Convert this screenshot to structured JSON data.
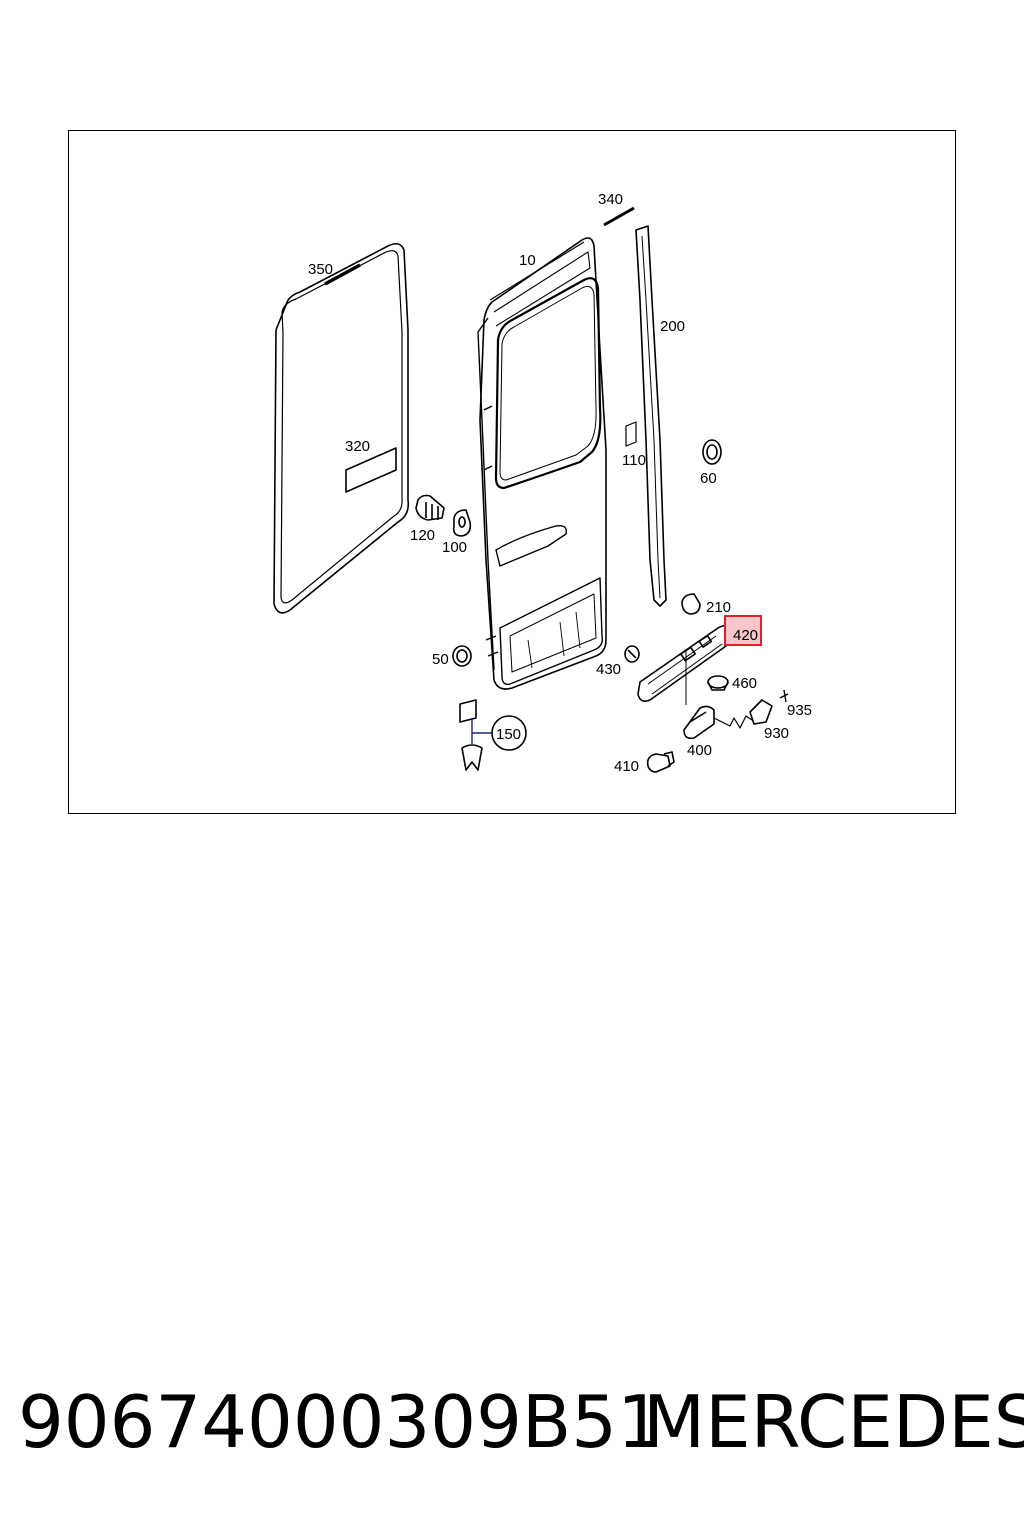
{
  "diagram": {
    "callouts": {
      "c10": "10",
      "c50": "50",
      "c60": "60",
      "c100": "100",
      "c110": "110",
      "c120": "120",
      "c150": "150",
      "c200": "200",
      "c210": "210",
      "c320": "320",
      "c340": "340",
      "c350": "350",
      "c400": "400",
      "c410": "410",
      "c420": "420",
      "c430": "430",
      "c460": "460",
      "c930": "930",
      "c935": "935"
    },
    "highlighted_callout": "420",
    "highlight_color": "#e0202a",
    "highlight_fill": "#f7c6ca"
  },
  "footer": {
    "part_number": "90674000309B51",
    "brand": "MERCEDES"
  }
}
